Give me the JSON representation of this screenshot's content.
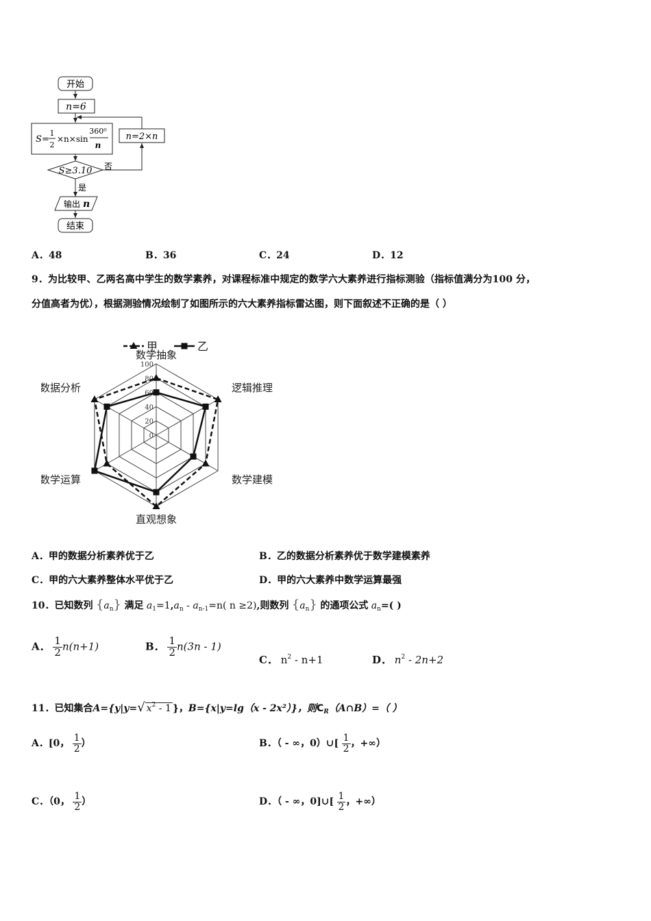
{
  "flowchart": {
    "start": "开始",
    "init_n": "n=6",
    "formula_lhs": "S",
    "formula_half_num": "1",
    "formula_half_den": "2",
    "formula_mid": "×n×sin",
    "formula_angle_num": "360⁰",
    "formula_angle_den": "n",
    "update": "n=2×n",
    "condition": "S≥3.10",
    "no": "否",
    "yes": "是",
    "output_label": "输出",
    "output_var": "n",
    "end": "结束"
  },
  "q8": {
    "options": [
      {
        "label": "A．",
        "text": "48"
      },
      {
        "label": "B．",
        "text": "36"
      },
      {
        "label": "C．",
        "text": "24"
      },
      {
        "label": "D．",
        "text": "12"
      }
    ]
  },
  "q9": {
    "line1": "9．为比较甲、乙两名高中学生的数学素养，对课程标准中规定的数学六大素养进行指标测验（指标值满分为100 分，",
    "line2": "分值高者为优），根据测验情况绘制了如图所示的六大素养指标雷达图，则下面叙述不正确的是（    ）",
    "options": [
      {
        "label": "A．",
        "text": "甲的数据分析素养优于乙"
      },
      {
        "label": "B．",
        "text": "乙的数据分析素养优于数学建模素养"
      },
      {
        "label": "C．",
        "text": "甲的六大素养整体水平优于乙"
      },
      {
        "label": "D．",
        "text": "甲的六大素养中数学运算最强"
      }
    ]
  },
  "chart_data": {
    "type": "radar",
    "axes": [
      "数学抽象",
      "逻辑推理",
      "数学建模",
      "直观想象",
      "数学运算",
      "数据分析"
    ],
    "ticks": [
      "100",
      "80",
      "60",
      "40",
      "20",
      "0"
    ],
    "rmax": 100,
    "series": [
      {
        "name": "甲",
        "marker": "triangle",
        "style": "dashed",
        "values": [
          80,
          100,
          80,
          100,
          80,
          100
        ]
      },
      {
        "name": "乙",
        "marker": "square",
        "style": "solid",
        "values": [
          60,
          80,
          60,
          80,
          100,
          80
        ]
      }
    ]
  },
  "q10": {
    "prefix": "10．已知数列",
    "seq": "a",
    "seq_sub": "n",
    "satisfy": "满足",
    "cond1_var": "a",
    "cond1_sub": "1",
    "cond1_rhs": "=1",
    "comma": ",",
    "cond2_a": "a",
    "cond2_a_sub": "n",
    "cond2_minus": " - ",
    "cond2_b": "a",
    "cond2_b_sub": "n-1",
    "cond2_rhs": "=n",
    "cond_range": "( n ≥2)",
    "middle": ",则数列",
    "formula_text": "的通项公式",
    "an": "a",
    "an_sub": "n",
    "tail": "=(    )",
    "options": [
      {
        "label": "A．",
        "num": "1",
        "den": "2",
        "expr": "n(n+1)"
      },
      {
        "label": "B．",
        "num": "1",
        "den": "2",
        "expr": "n(3n - 1)"
      },
      {
        "label": "C．",
        "expr_pre": "n",
        "sup": "2",
        "expr_post": " - n+1"
      },
      {
        "label": "D．",
        "expr_pre": "n",
        "sup": "2",
        "expr_post": " - 2n+2"
      }
    ]
  },
  "q11": {
    "prefix": "11．已知集合",
    "setA": "A={y|y=",
    "sqrt_inner": "x",
    "sqrt_sup": "2",
    "sqrt_tail": " - 1",
    "close_a": "}，",
    "setB": "B={x|y=lg（x - 2x²）}，则",
    "compl": "C",
    "compl_sub": "R",
    "tail": "（A∩B）=（    ）",
    "options": [
      {
        "label": "A．",
        "pre": "[0，",
        "num": "1",
        "den": "2",
        "post": "）"
      },
      {
        "label": "B．",
        "pre": "（ - ∞，0）∪[",
        "num": "1",
        "den": "2",
        "post": "，+∞）"
      },
      {
        "label": "C．",
        "pre": "（0，",
        "num": "1",
        "den": "2",
        "post": "）"
      },
      {
        "label": "D．",
        "pre": "（ - ∞，0]∪[",
        "num": "1",
        "den": "2",
        "post": "，+∞）"
      }
    ]
  }
}
